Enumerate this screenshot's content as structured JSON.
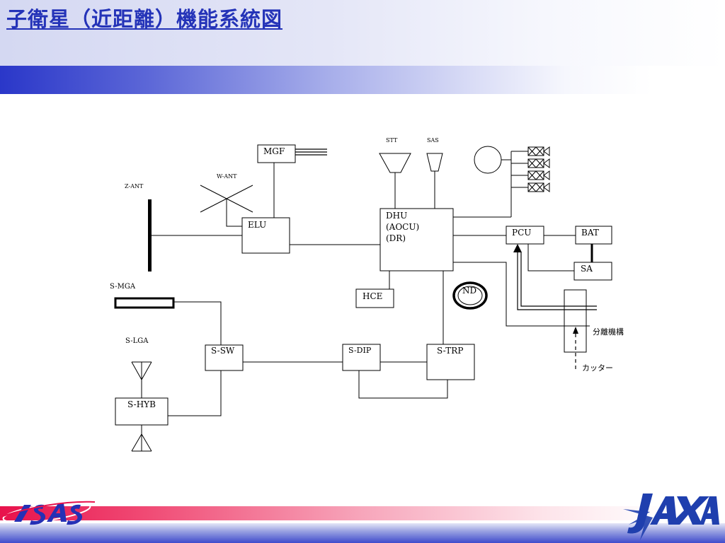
{
  "page": {
    "title": "子衛星（近距離）機能系統図"
  },
  "diagram": {
    "blocks": {
      "mgf": "MGF",
      "elu": "ELU",
      "dhu": [
        "DHU",
        "(AOCU)",
        "(DR)"
      ],
      "hce": "HCE",
      "pcu": "PCU",
      "bat": "BAT",
      "sa": "SA",
      "s_sw": "S-SW",
      "s_dip": "S-DIP",
      "s_trp": "S-TRP",
      "s_hyb": "S-HYB",
      "nd": "ND"
    },
    "labels": {
      "z_ant": "Z-ANT",
      "w_ant": "W-ANT",
      "stt": "STT",
      "sas": "SAS",
      "s_mga": "S-MGA",
      "s_lga": "S-LGA",
      "separation": "分離機構",
      "cutter": "カッター"
    }
  },
  "logos": {
    "left": "ISAS",
    "right": "JAXA"
  },
  "colors": {
    "title": "#2433b8",
    "accent_blue": "#2a37c9",
    "accent_pink": "#e8124c"
  }
}
